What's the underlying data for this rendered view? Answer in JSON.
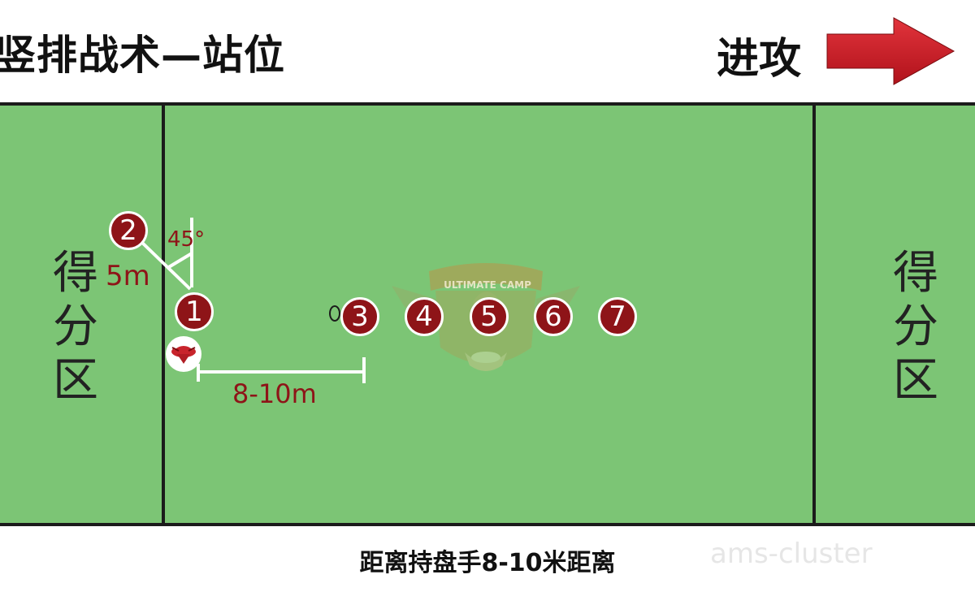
{
  "title": "竖排战术—站位",
  "attack": {
    "label": "进攻",
    "arrow_icon": "right-arrow-icon",
    "arrow_color": "#cc1a24"
  },
  "field": {
    "left_endzone_label": "得分区",
    "right_endzone_label": "得分区",
    "grass_color": "#7cc575",
    "logo_text": "ULTIMATE CAMP"
  },
  "players": [
    "1",
    "2",
    "3",
    "4",
    "5",
    "6",
    "7"
  ],
  "player_color": "#8e1418",
  "measurements": {
    "angle": "45°",
    "short_distance": "5m",
    "long_distance": "8-10m"
  },
  "caption": "距离持盘手8-10米距离",
  "watermark": "ams-cluster"
}
